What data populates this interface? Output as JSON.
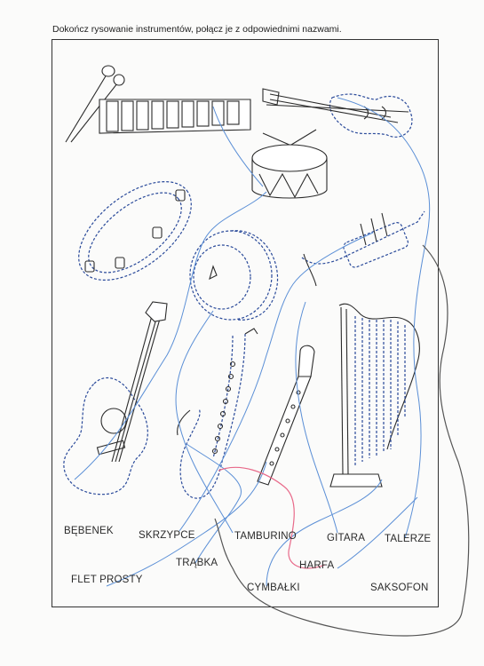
{
  "worksheet": {
    "instruction": "Dokończ rysowanie instrumentów, połącz je z odpowiednimi nazwami."
  },
  "instruments": [
    {
      "id": "xylophone",
      "icon": "xylophone-icon"
    },
    {
      "id": "violin",
      "icon": "violin-icon"
    },
    {
      "id": "drum",
      "icon": "drum-icon"
    },
    {
      "id": "tambourine",
      "icon": "tambourine-icon"
    },
    {
      "id": "trumpet",
      "icon": "trumpet-icon"
    },
    {
      "id": "cymbal",
      "icon": "cymbal-icon"
    },
    {
      "id": "guitar",
      "icon": "guitar-icon"
    },
    {
      "id": "saxophone",
      "icon": "saxophone-icon"
    },
    {
      "id": "recorder",
      "icon": "recorder-icon"
    },
    {
      "id": "harp",
      "icon": "harp-icon"
    }
  ],
  "labels": {
    "bebenek": "BĘBENEK",
    "skrzypce": "SKRZYPCE",
    "tamburino": "TAMBURINO",
    "gitara": "GITARA",
    "talerze": "TALERZE",
    "flet_prosty": "FLET PROSTY",
    "trabka": "TRĄBKA",
    "harfa": "HARFA",
    "cymbalki": "CYMBAŁKI",
    "saksofon": "SAKSOFON"
  },
  "colors": {
    "outline": "#2b2b2b",
    "dashed_trace": "#2a4a9a",
    "pencil_blue": "#5b8fd6",
    "pencil_pink": "#e86a8a",
    "pencil_grey": "#555555"
  }
}
